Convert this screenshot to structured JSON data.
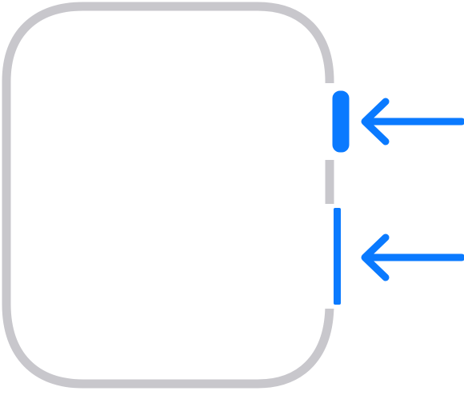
{
  "diagram": {
    "subject": "watch",
    "colors": {
      "case_outline": "#c8c7cc",
      "highlight": "#0a7aff",
      "background": "#ffffff"
    },
    "callouts": [
      {
        "target": "digital-crown",
        "icon": "arrow-left-icon"
      },
      {
        "target": "side-button",
        "icon": "arrow-left-icon"
      }
    ]
  }
}
